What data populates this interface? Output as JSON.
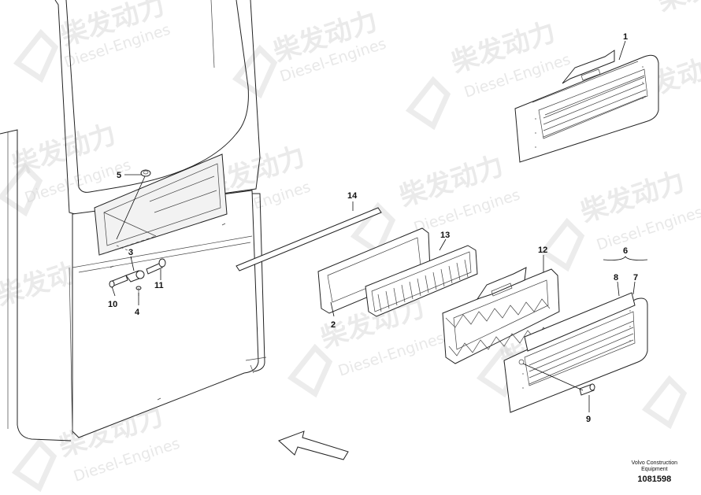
{
  "watermark": {
    "brand_cn": "柴发动力",
    "brand_en": "Diesel-Engines"
  },
  "callouts": {
    "c1": "1",
    "c2": "2",
    "c3": "3",
    "c4": "4",
    "c5": "5",
    "c6": "6",
    "c7": "7",
    "c8": "8",
    "c9": "9",
    "c10": "10",
    "c11": "11",
    "c12": "12",
    "c13": "13",
    "c14": "14"
  },
  "footer": {
    "brand_line1": "Volvo Construction",
    "brand_line2": "Equipment",
    "drawing_number": "1081598"
  }
}
